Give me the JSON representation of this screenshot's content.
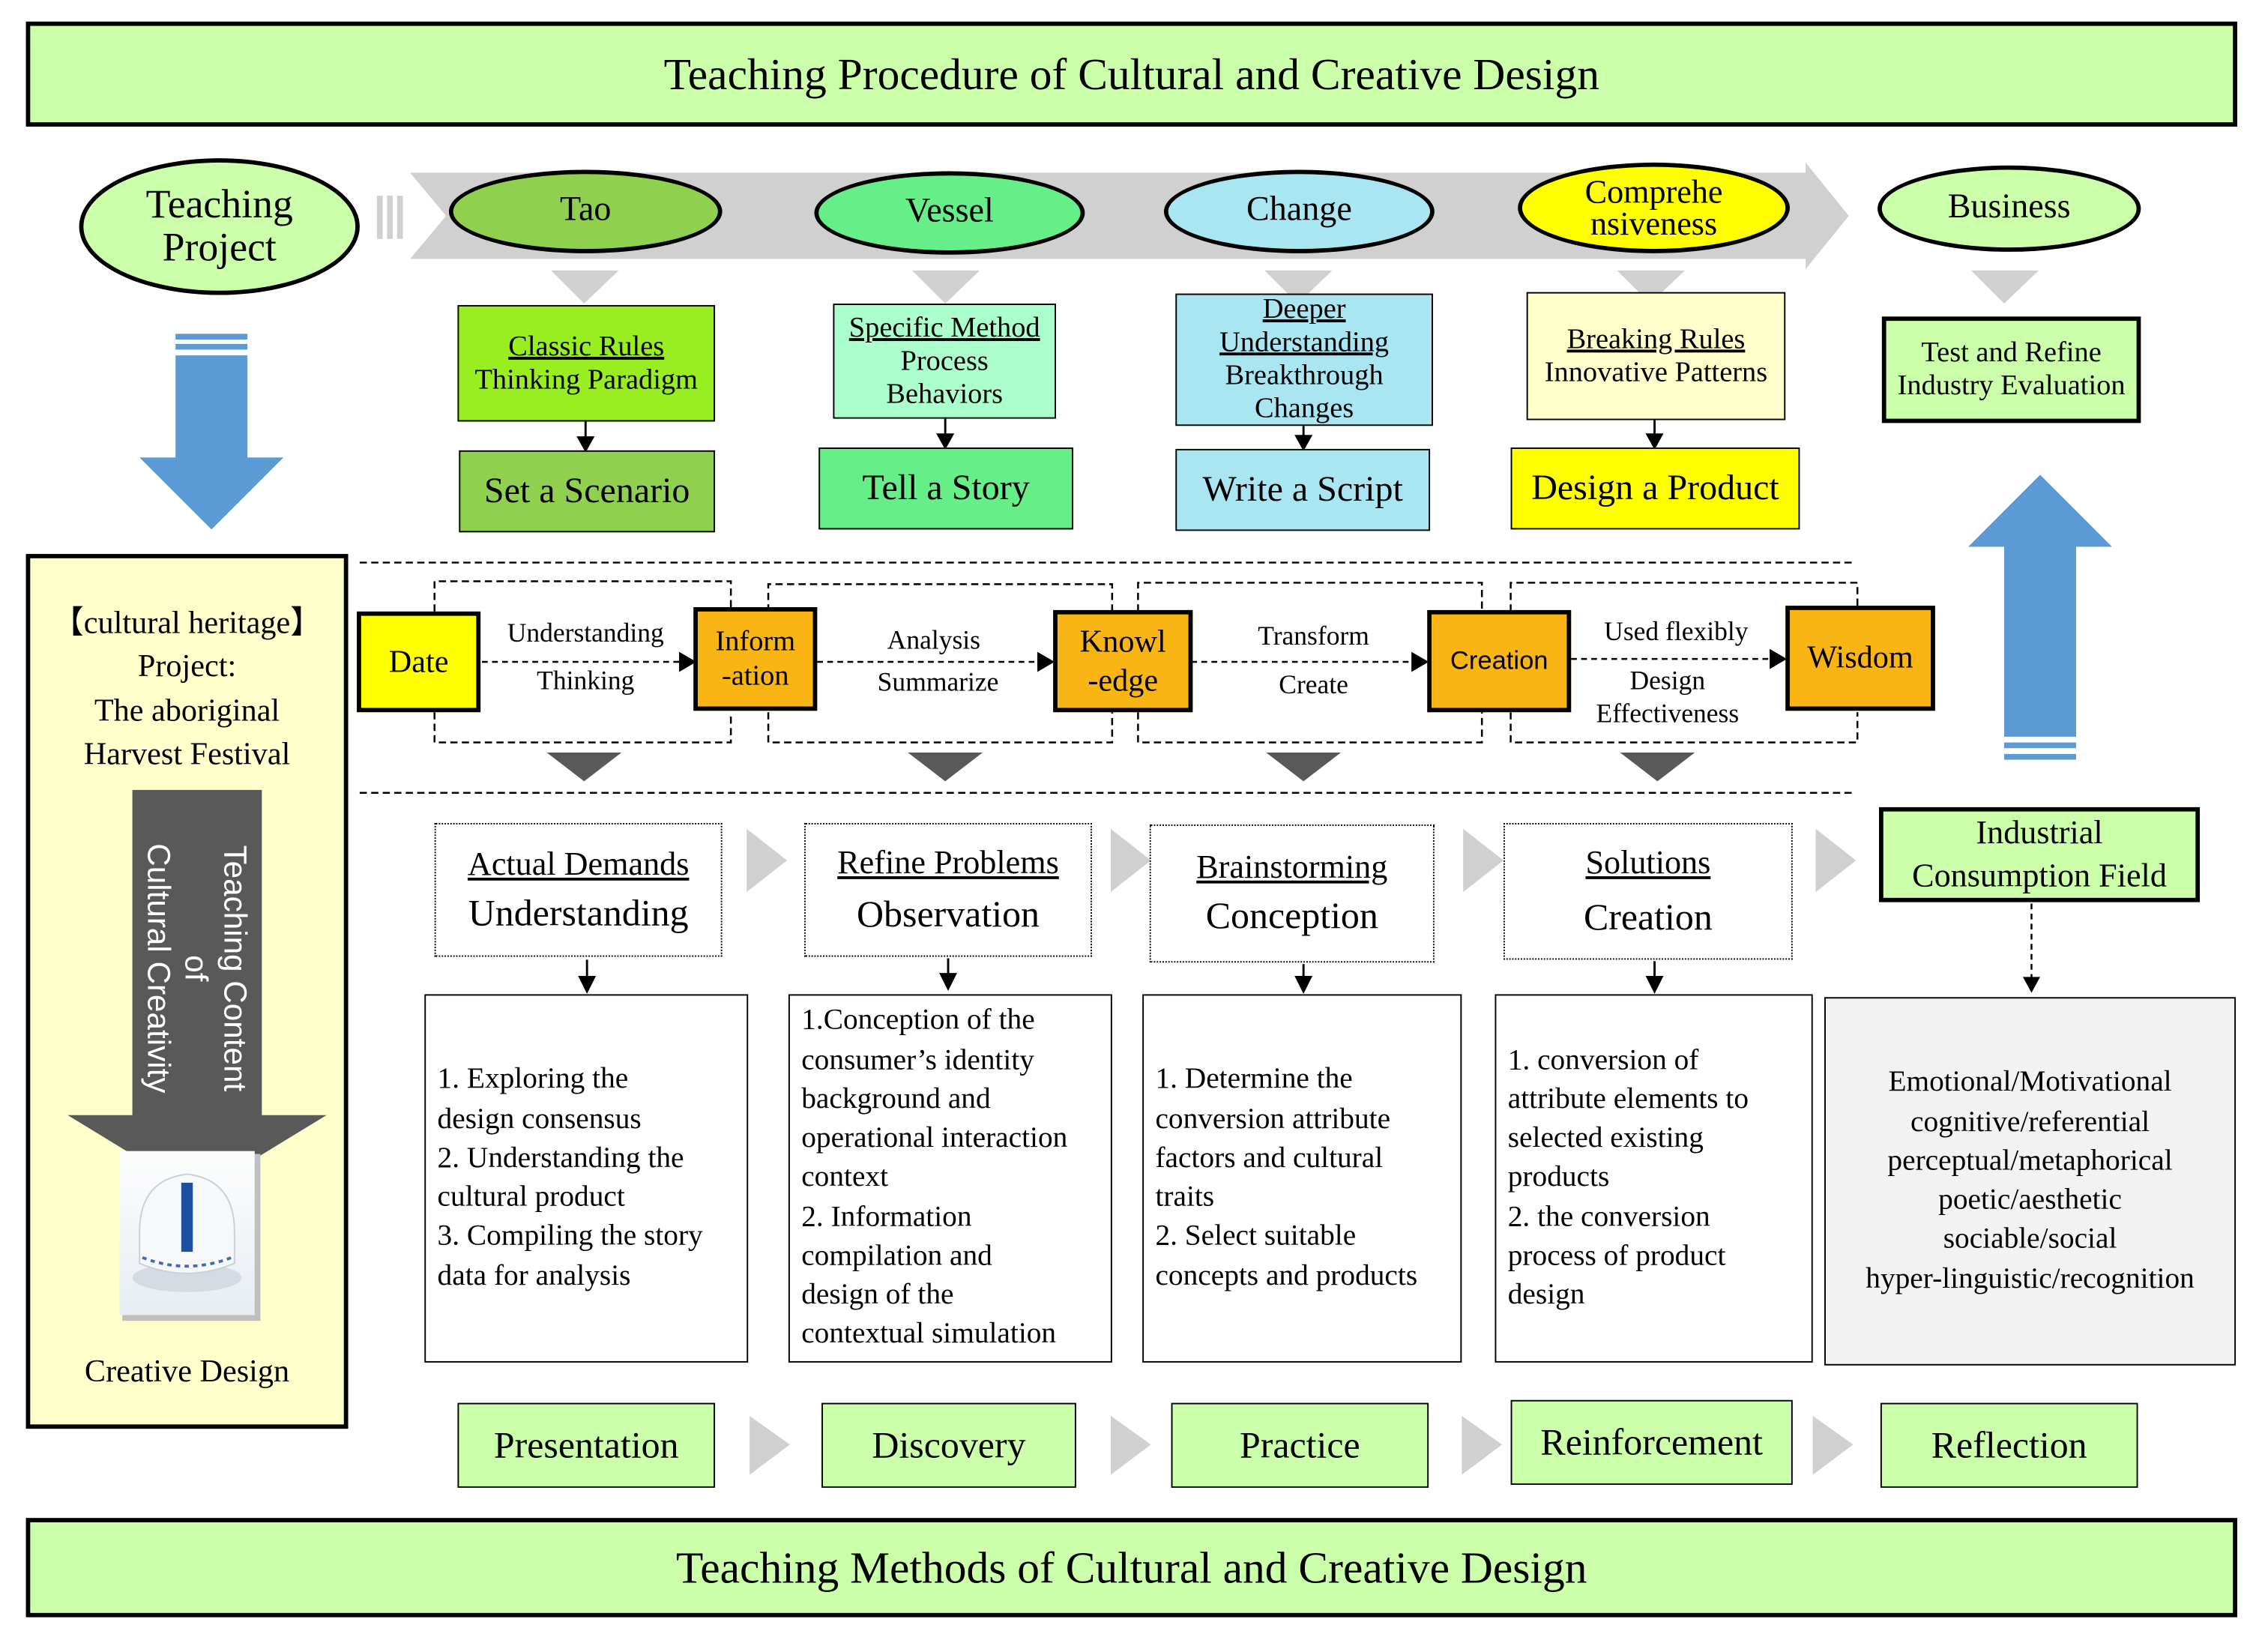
{
  "title_top": "Teaching Procedure of Cultural and Creative Design",
  "title_bottom": "Teaching Methods of Cultural and Creative Design",
  "teaching_project": {
    "line1": "Teaching",
    "line2": "Project"
  },
  "stages": [
    {
      "name": "Tao",
      "color": "#8fd14f",
      "tag_line1": "Classic Rules",
      "tag_line2": "Thinking Paradigm",
      "tag_color": "#99ee22",
      "action": "Set a Scenario",
      "action_color": "#8fd14f"
    },
    {
      "name": "Vessel",
      "color": "#66ee88",
      "tag_line1": "Specific Method",
      "tag_line2": "Process",
      "tag_line3": "Behaviors",
      "tag_color": "#aaffcc",
      "action": "Tell a Story",
      "action_color": "#66ee88"
    },
    {
      "name": "Change",
      "color": "#aae6f2",
      "tag_line1": "Deeper",
      "tag_line2": "Understanding",
      "tag_line3": "Breakthrough",
      "tag_line4": "Changes",
      "tag_color": "#aae6f2",
      "action": "Write a Script",
      "action_color": "#aae6f2"
    },
    {
      "name_line1": "Comprehe",
      "name_line2": "nsiveness",
      "color": "#ffff00",
      "tag_line1": "Breaking Rules",
      "tag_line2": "Innovative Patterns",
      "tag_color": "#ffffcc",
      "action": "Design a Product",
      "action_color": "#ffff00"
    },
    {
      "name": "Business",
      "color": "#ccffaa",
      "tag_line1": "Test and Refine",
      "tag_line2": "Industry Evaluation",
      "tag_color": "#ccffaa"
    }
  ],
  "heritage": {
    "line1": "【cultural heritage】",
    "line2": "Project:",
    "line3": "The aboriginal",
    "line4": "Harvest Festival",
    "arrow_text_line1": "Teaching Content of",
    "arrow_text_line2": "Cultural Creativity",
    "caption": "Creative Design",
    "bg_color": "#ffffcc"
  },
  "dikw": {
    "nodes": [
      {
        "line1": "Date",
        "color": "#ffff00"
      },
      {
        "line1": "Inform",
        "line2": "-ation",
        "color": "#f9b513"
      },
      {
        "line1": "Knowl",
        "line2": "-edge",
        "color": "#f9b513"
      },
      {
        "line1": "Creation",
        "color": "#f9b513"
      },
      {
        "line1": "Wisdom",
        "color": "#f9b513"
      }
    ],
    "links": [
      {
        "top": "Understanding",
        "bottom": "Thinking"
      },
      {
        "top": "Analysis",
        "bottom": "Summarize"
      },
      {
        "top": "Transform",
        "bottom": "Create"
      },
      {
        "top": "Used flexibly",
        "bottom_line1": "Design",
        "bottom_line2": "Effectiveness"
      }
    ]
  },
  "steps": [
    {
      "title": "Actual Demands",
      "subtitle": "Understanding",
      "details": [
        "1. Exploring the",
        "design consensus",
        "2. Understanding the",
        "cultural product",
        "3. Compiling the story",
        "data for analysis"
      ]
    },
    {
      "title": "Refine Problems",
      "subtitle": "Observation",
      "details": [
        "1.Conception of the",
        "consumer’s identity",
        "background and",
        "operational interaction",
        "context",
        "2. Information",
        "compilation and",
        "design of the",
        "contextual simulation"
      ]
    },
    {
      "title": "Brainstorming",
      "subtitle": "Conception",
      "details": [
        "1. Determine the",
        "conversion attribute",
        "factors and cultural",
        "traits",
        "2. Select suitable",
        "concepts and products"
      ]
    },
    {
      "title": "Solutions",
      "subtitle": "Creation",
      "details": [
        "1. conversion of",
        "attribute elements to",
        "selected existing",
        "products",
        "2. the conversion",
        "process of product",
        "design"
      ]
    }
  ],
  "industrial": {
    "line1": "Industrial",
    "line2": "Consumption Field",
    "details": [
      "Emotional/Motivational",
      "cognitive/referential",
      "perceptual/metaphorical",
      "poetic/aesthetic",
      "sociable/social",
      "hyper-linguistic/recognition"
    ]
  },
  "methods": [
    "Presentation",
    "Discovery",
    "Practice",
    "Reinforcement",
    "Reflection"
  ],
  "colors": {
    "banner": "#ccffaa",
    "big_arrow": "#5b9bd5",
    "gray_arrow": "#d0d0d0",
    "dark_arrow": "#595959",
    "industrial_detail_bg": "#f2f2f2"
  }
}
